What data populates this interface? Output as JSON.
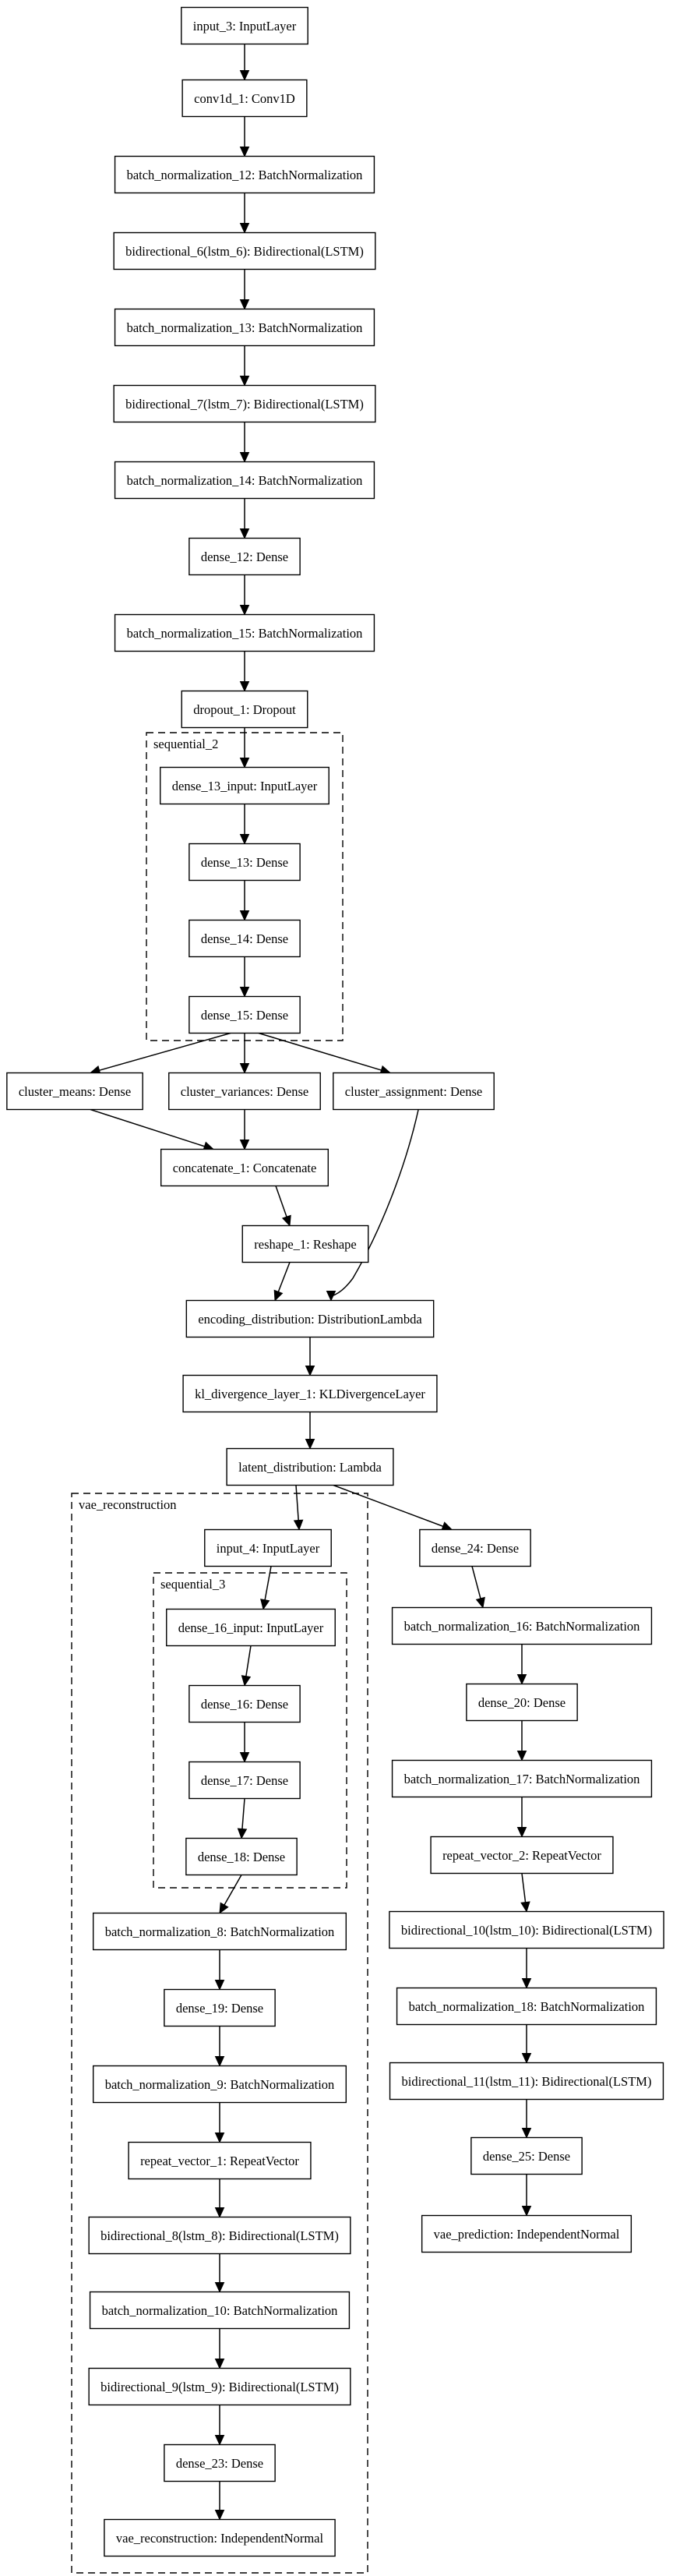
{
  "clusters": [
    {
      "id": "sequential_2",
      "label": "sequential_2"
    },
    {
      "id": "vae_reconstruction",
      "label": "vae_reconstruction"
    },
    {
      "id": "sequential_3",
      "label": "sequential_3"
    }
  ],
  "nodes": [
    {
      "id": "input_3",
      "label": "input_3: InputLayer"
    },
    {
      "id": "conv1d_1",
      "label": "conv1d_1: Conv1D"
    },
    {
      "id": "bn_12",
      "label": "batch_normalization_12: BatchNormalization"
    },
    {
      "id": "bidir_6",
      "label": "bidirectional_6(lstm_6): Bidirectional(LSTM)"
    },
    {
      "id": "bn_13",
      "label": "batch_normalization_13: BatchNormalization"
    },
    {
      "id": "bidir_7",
      "label": "bidirectional_7(lstm_7): Bidirectional(LSTM)"
    },
    {
      "id": "bn_14",
      "label": "batch_normalization_14: BatchNormalization"
    },
    {
      "id": "dense_12",
      "label": "dense_12: Dense"
    },
    {
      "id": "bn_15",
      "label": "batch_normalization_15: BatchNormalization"
    },
    {
      "id": "dropout_1",
      "label": "dropout_1: Dropout"
    },
    {
      "id": "dense_13_input",
      "label": "dense_13_input: InputLayer"
    },
    {
      "id": "dense_13",
      "label": "dense_13: Dense"
    },
    {
      "id": "dense_14",
      "label": "dense_14: Dense"
    },
    {
      "id": "dense_15",
      "label": "dense_15: Dense"
    },
    {
      "id": "cluster_means",
      "label": "cluster_means: Dense"
    },
    {
      "id": "cluster_variances",
      "label": "cluster_variances: Dense"
    },
    {
      "id": "cluster_assignment",
      "label": "cluster_assignment: Dense"
    },
    {
      "id": "concatenate_1",
      "label": "concatenate_1: Concatenate"
    },
    {
      "id": "reshape_1",
      "label": "reshape_1: Reshape"
    },
    {
      "id": "encoding_distribution",
      "label": "encoding_distribution: DistributionLambda"
    },
    {
      "id": "kl_divergence_layer_1",
      "label": "kl_divergence_layer_1: KLDivergenceLayer"
    },
    {
      "id": "latent_distribution",
      "label": "latent_distribution: Lambda"
    },
    {
      "id": "input_4",
      "label": "input_4: InputLayer"
    },
    {
      "id": "dense_16_input",
      "label": "dense_16_input: InputLayer"
    },
    {
      "id": "dense_16",
      "label": "dense_16: Dense"
    },
    {
      "id": "dense_17",
      "label": "dense_17: Dense"
    },
    {
      "id": "dense_18",
      "label": "dense_18: Dense"
    },
    {
      "id": "bn_8",
      "label": "batch_normalization_8: BatchNormalization"
    },
    {
      "id": "dense_19",
      "label": "dense_19: Dense"
    },
    {
      "id": "bn_9",
      "label": "batch_normalization_9: BatchNormalization"
    },
    {
      "id": "repeat_vector_1",
      "label": "repeat_vector_1: RepeatVector"
    },
    {
      "id": "bidir_8",
      "label": "bidirectional_8(lstm_8): Bidirectional(LSTM)"
    },
    {
      "id": "bn_10",
      "label": "batch_normalization_10: BatchNormalization"
    },
    {
      "id": "bidir_9",
      "label": "bidirectional_9(lstm_9): Bidirectional(LSTM)"
    },
    {
      "id": "dense_23",
      "label": "dense_23: Dense"
    },
    {
      "id": "vae_reconstruction_out",
      "label": "vae_reconstruction: IndependentNormal"
    },
    {
      "id": "dense_24",
      "label": "dense_24: Dense"
    },
    {
      "id": "bn_16",
      "label": "batch_normalization_16: BatchNormalization"
    },
    {
      "id": "dense_20",
      "label": "dense_20: Dense"
    },
    {
      "id": "bn_17",
      "label": "batch_normalization_17: BatchNormalization"
    },
    {
      "id": "repeat_vector_2",
      "label": "repeat_vector_2: RepeatVector"
    },
    {
      "id": "bidir_10",
      "label": "bidirectional_10(lstm_10): Bidirectional(LSTM)"
    },
    {
      "id": "bn_18",
      "label": "batch_normalization_18: BatchNormalization"
    },
    {
      "id": "bidir_11",
      "label": "bidirectional_11(lstm_11): Bidirectional(LSTM)"
    },
    {
      "id": "dense_25",
      "label": "dense_25: Dense"
    },
    {
      "id": "vae_prediction",
      "label": "vae_prediction: IndependentNormal"
    }
  ],
  "edges": [
    {
      "from": "input_3",
      "to": "conv1d_1"
    },
    {
      "from": "conv1d_1",
      "to": "bn_12"
    },
    {
      "from": "bn_12",
      "to": "bidir_6"
    },
    {
      "from": "bidir_6",
      "to": "bn_13"
    },
    {
      "from": "bn_13",
      "to": "bidir_7"
    },
    {
      "from": "bidir_7",
      "to": "bn_14"
    },
    {
      "from": "bn_14",
      "to": "dense_12"
    },
    {
      "from": "dense_12",
      "to": "bn_15"
    },
    {
      "from": "bn_15",
      "to": "dropout_1"
    },
    {
      "from": "dropout_1",
      "to": "dense_13_input"
    },
    {
      "from": "dense_13_input",
      "to": "dense_13"
    },
    {
      "from": "dense_13",
      "to": "dense_14"
    },
    {
      "from": "dense_14",
      "to": "dense_15"
    },
    {
      "from": "dense_15",
      "to": "cluster_means"
    },
    {
      "from": "dense_15",
      "to": "cluster_variances"
    },
    {
      "from": "dense_15",
      "to": "cluster_assignment"
    },
    {
      "from": "cluster_means",
      "to": "concatenate_1"
    },
    {
      "from": "cluster_variances",
      "to": "concatenate_1"
    },
    {
      "from": "concatenate_1",
      "to": "reshape_1"
    },
    {
      "from": "reshape_1",
      "to": "encoding_distribution"
    },
    {
      "from": "cluster_assignment",
      "to": "encoding_distribution"
    },
    {
      "from": "encoding_distribution",
      "to": "kl_divergence_layer_1"
    },
    {
      "from": "kl_divergence_layer_1",
      "to": "latent_distribution"
    },
    {
      "from": "latent_distribution",
      "to": "input_4"
    },
    {
      "from": "latent_distribution",
      "to": "dense_24"
    },
    {
      "from": "input_4",
      "to": "dense_16_input"
    },
    {
      "from": "dense_16_input",
      "to": "dense_16"
    },
    {
      "from": "dense_16",
      "to": "dense_17"
    },
    {
      "from": "dense_17",
      "to": "dense_18"
    },
    {
      "from": "dense_18",
      "to": "bn_8"
    },
    {
      "from": "bn_8",
      "to": "dense_19"
    },
    {
      "from": "dense_19",
      "to": "bn_9"
    },
    {
      "from": "bn_9",
      "to": "repeat_vector_1"
    },
    {
      "from": "repeat_vector_1",
      "to": "bidir_8"
    },
    {
      "from": "bidir_8",
      "to": "bn_10"
    },
    {
      "from": "bn_10",
      "to": "bidir_9"
    },
    {
      "from": "bidir_9",
      "to": "dense_23"
    },
    {
      "from": "dense_23",
      "to": "vae_reconstruction_out"
    },
    {
      "from": "dense_24",
      "to": "bn_16"
    },
    {
      "from": "bn_16",
      "to": "dense_20"
    },
    {
      "from": "dense_20",
      "to": "bn_17"
    },
    {
      "from": "bn_17",
      "to": "repeat_vector_2"
    },
    {
      "from": "repeat_vector_2",
      "to": "bidir_10"
    },
    {
      "from": "bidir_10",
      "to": "bn_18"
    },
    {
      "from": "bn_18",
      "to": "bidir_11"
    },
    {
      "from": "bidir_11",
      "to": "dense_25"
    },
    {
      "from": "dense_25",
      "to": "vae_prediction"
    }
  ]
}
